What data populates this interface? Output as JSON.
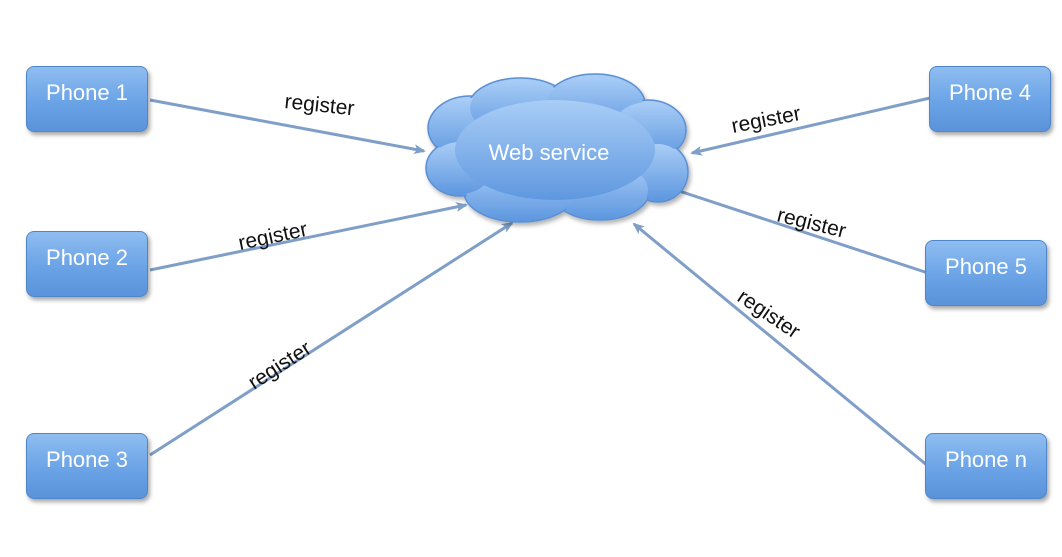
{
  "hub": {
    "label": "Web service"
  },
  "nodes": [
    {
      "id": "phone-1",
      "label": "Phone 1"
    },
    {
      "id": "phone-2",
      "label": "Phone 2"
    },
    {
      "id": "phone-3",
      "label": "Phone 3"
    },
    {
      "id": "phone-4",
      "label": "Phone 4"
    },
    {
      "id": "phone-5",
      "label": "Phone 5"
    },
    {
      "id": "phone-n",
      "label": "Phone n"
    }
  ],
  "edges": [
    {
      "from": "phone-1",
      "to": "web-service",
      "label": "register"
    },
    {
      "from": "phone-2",
      "to": "web-service",
      "label": "register"
    },
    {
      "from": "phone-3",
      "to": "web-service",
      "label": "register"
    },
    {
      "from": "phone-4",
      "to": "web-service",
      "label": "register"
    },
    {
      "from": "phone-5",
      "to": "web-service",
      "label": "register"
    },
    {
      "from": "phone-n",
      "to": "web-service",
      "label": "register"
    }
  ],
  "colors": {
    "node_fill": "#6aa3e6",
    "cloud_fill": "#7fb2ee",
    "arrow": "#7f9ec8"
  }
}
